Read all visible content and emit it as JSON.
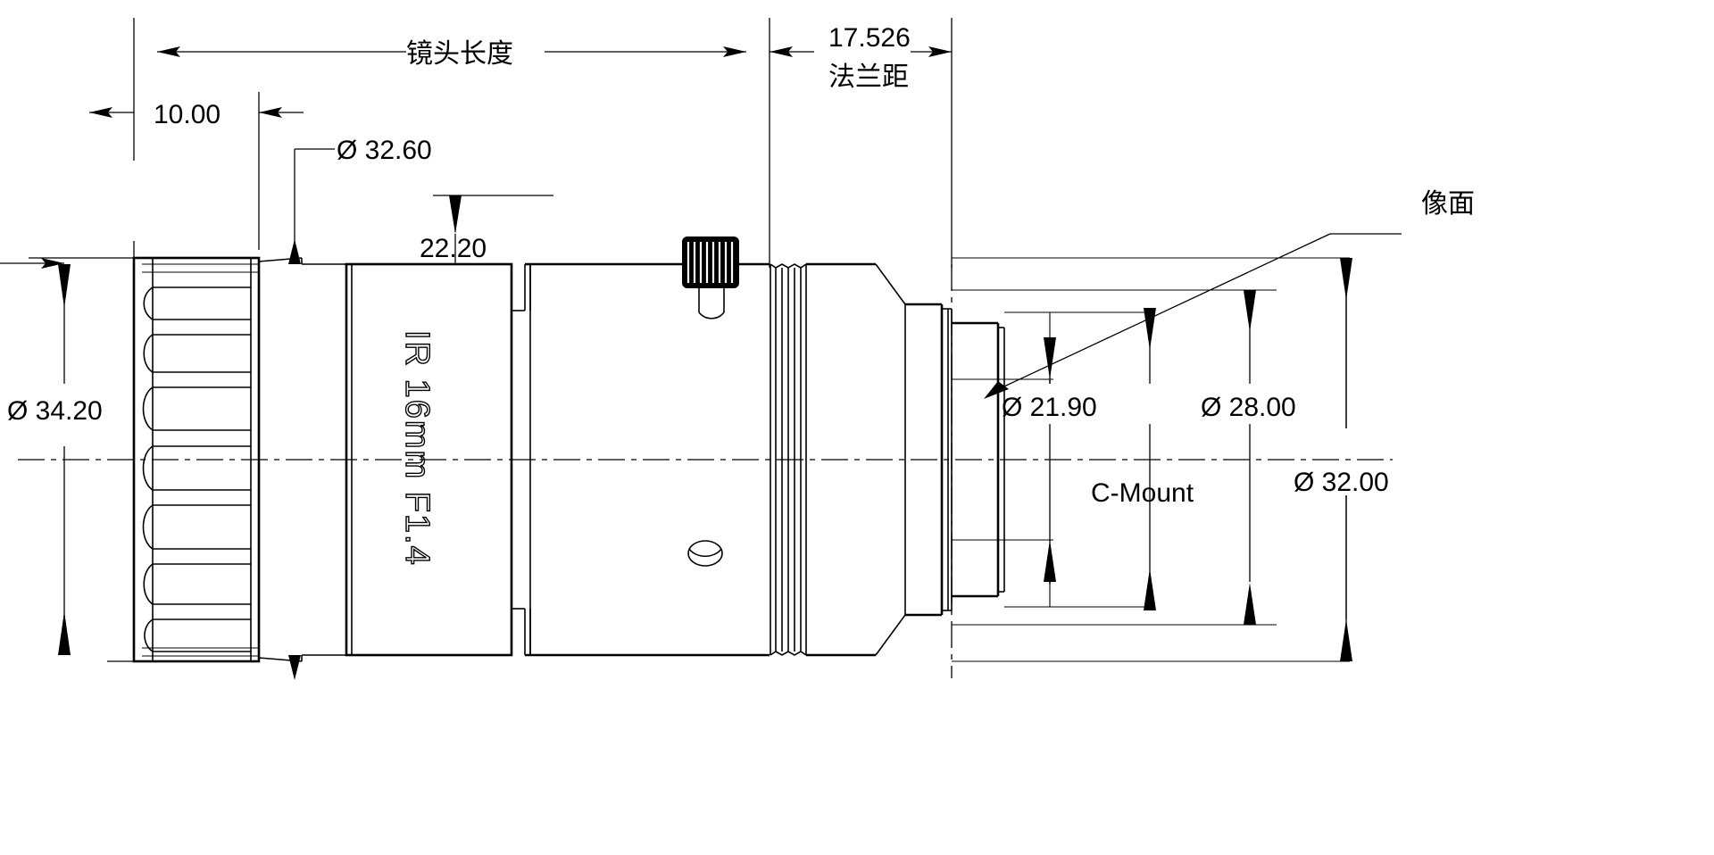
{
  "drawing": {
    "title": "Lens Outline Dimension Drawing",
    "type": "engineering-2d-outline",
    "units": "mm",
    "background_color": "#ffffff",
    "line_color": "#000000"
  },
  "product_marking": {
    "engraving": "IR 16mm F1.4"
  },
  "dimensions": {
    "overall_length_label": "镜头长度",
    "front_ring_width": "10.00",
    "front_barrel_diameter": "Ø 32.60",
    "mid_barrel_diameter": "22.20",
    "flange_distance_value": "17.526",
    "flange_distance_label": "法兰距",
    "front_knurl_diameter": "Ø 34.20",
    "image_circle_diameter": "Ø 21.90",
    "mount_thread_diameter": "Ø 28.00",
    "rear_body_diameter": "Ø 32.00",
    "mount_type": "C-Mount",
    "image_plane_label": "像面"
  },
  "callouts": [
    {
      "name": "lens-length",
      "text": "镜头长度"
    },
    {
      "name": "front-ring-width",
      "text": "10.00"
    },
    {
      "name": "front-barrel-dia",
      "text": "Ø 32.60"
    },
    {
      "name": "mid-barrel-dim",
      "text": "22.20"
    },
    {
      "name": "flange-value",
      "text": "17.526"
    },
    {
      "name": "flange-label",
      "text": "法兰距"
    },
    {
      "name": "knurl-dia",
      "text": "Ø 34.20"
    },
    {
      "name": "image-plane",
      "text": "像面"
    },
    {
      "name": "image-circle-dia",
      "text": "Ø 21.90"
    },
    {
      "name": "mount-dia",
      "text": "Ø 28.00"
    },
    {
      "name": "rear-dia",
      "text": "Ø 32.00"
    },
    {
      "name": "mount-type",
      "text": "C-Mount"
    },
    {
      "name": "engraving",
      "text": "IR 16mm F1.4"
    }
  ]
}
